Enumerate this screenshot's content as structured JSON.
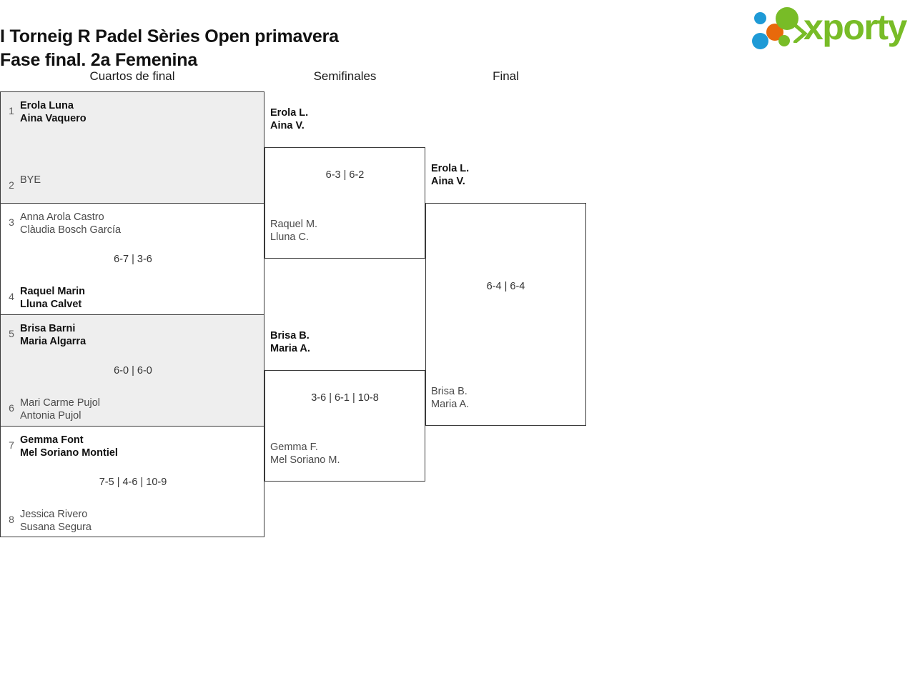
{
  "header": {
    "title_line1": "I Torneig R Padel Sèries Open primavera",
    "title_line2": "Fase final. 2a Femenina",
    "logo": {
      "wordmark": "xporty",
      "colors": {
        "green": "#78bc27",
        "blue": "#1e9ad6",
        "orange": "#e8690b"
      }
    }
  },
  "rounds": [
    {
      "id": "quarterfinals",
      "label": "Cuartos de final"
    },
    {
      "id": "semifinals",
      "label": "Semifinales"
    },
    {
      "id": "final",
      "label": "Final"
    }
  ],
  "quarterfinals": [
    {
      "score": "",
      "top": {
        "seed": "1",
        "player1": "Erola Luna",
        "player2": "Aina Vaquero",
        "winner": true
      },
      "bottom": {
        "seed": "2",
        "player1": "BYE",
        "player2": "",
        "winner": false
      }
    },
    {
      "score": "6-7 | 3-6",
      "top": {
        "seed": "3",
        "player1": "Anna Arola Castro",
        "player2": "Clàudia Bosch García",
        "winner": false
      },
      "bottom": {
        "seed": "4",
        "player1": "Raquel Marin",
        "player2": "Lluna Calvet",
        "winner": true
      }
    },
    {
      "score": "6-0 | 6-0",
      "top": {
        "seed": "5",
        "player1": "Brisa Barni",
        "player2": "Maria Algarra",
        "winner": true
      },
      "bottom": {
        "seed": "6",
        "player1": "Mari Carme Pujol",
        "player2": "Antonia Pujol",
        "winner": false
      }
    },
    {
      "score": "7-5 | 4-6 | 10-9",
      "top": {
        "seed": "7",
        "player1": "Gemma Font",
        "player2": "Mel Soriano Montiel",
        "winner": true
      },
      "bottom": {
        "seed": "8",
        "player1": "Jessica Rivero",
        "player2": "Susana Segura",
        "winner": false
      }
    }
  ],
  "semifinals": [
    {
      "score": "6-3 | 6-2",
      "top": {
        "player1": "Erola L.",
        "player2": "Aina V.",
        "winner": true
      },
      "bottom": {
        "player1": "Raquel M.",
        "player2": "Lluna C.",
        "winner": false
      }
    },
    {
      "score": "3-6 | 6-1 | 10-8",
      "top": {
        "player1": "Brisa B.",
        "player2": "Maria A.",
        "winner": true
      },
      "bottom": {
        "player1": "Gemma F.",
        "player2": "Mel Soriano M.",
        "winner": false
      }
    }
  ],
  "final": {
    "score": "6-4 | 6-4",
    "top": {
      "player1": "Erola L.",
      "player2": "Aina V.",
      "winner": true
    },
    "bottom": {
      "player1": "Brisa B.",
      "player2": "Maria A.",
      "winner": false
    }
  }
}
